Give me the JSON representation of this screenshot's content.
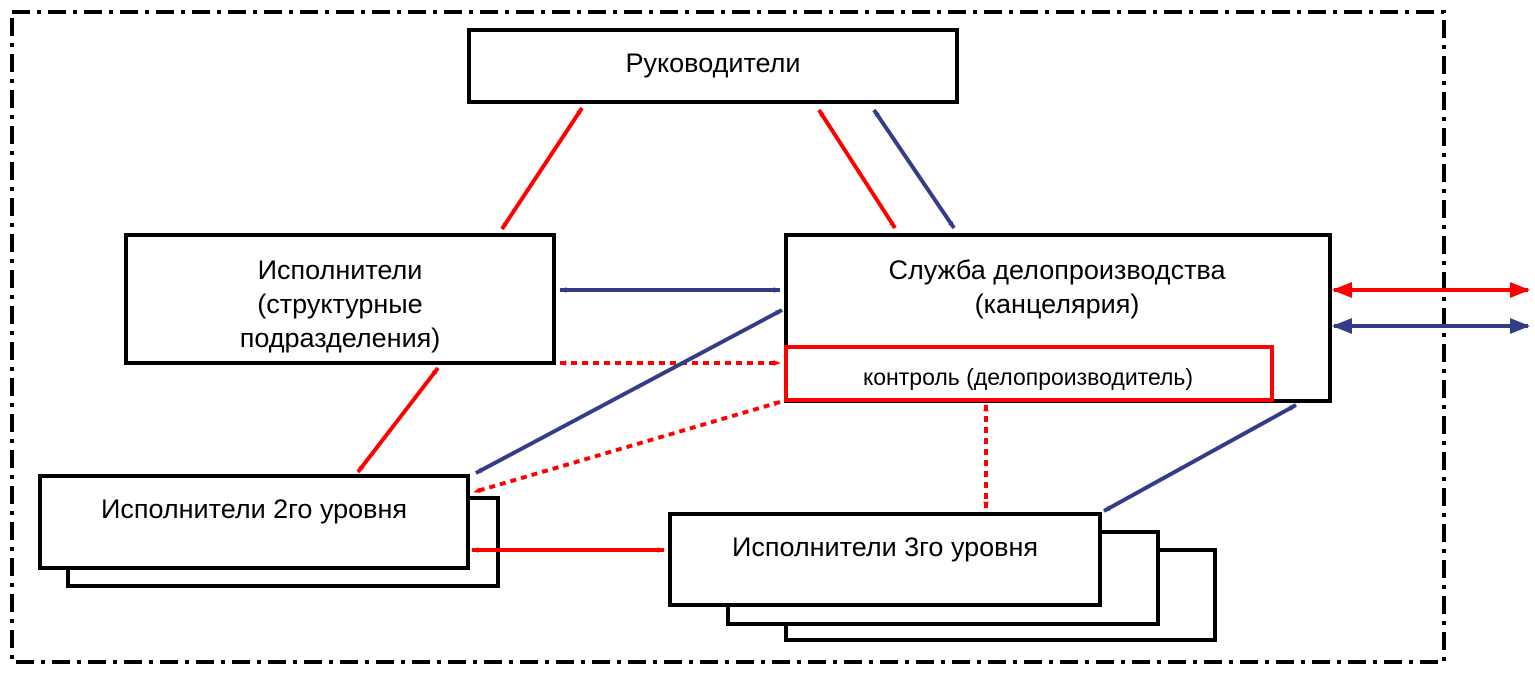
{
  "colors": {
    "red": "#ff0000",
    "blue": "#333c86",
    "black": "#000000",
    "background": "#ffffff"
  },
  "nodes": {
    "managers": {
      "label": "Руководители"
    },
    "executors": {
      "lines": [
        "Исполнители",
        "(структурные",
        "подразделения)"
      ]
    },
    "records_service": {
      "lines": [
        "Служба делопроизводства",
        "(канцелярия)"
      ]
    },
    "control": {
      "label": "контроль (делопроизводитель)"
    },
    "level2": {
      "label": "Исполнители 2го уровня"
    },
    "level3": {
      "label": "Исполнители 3го уровня"
    }
  }
}
